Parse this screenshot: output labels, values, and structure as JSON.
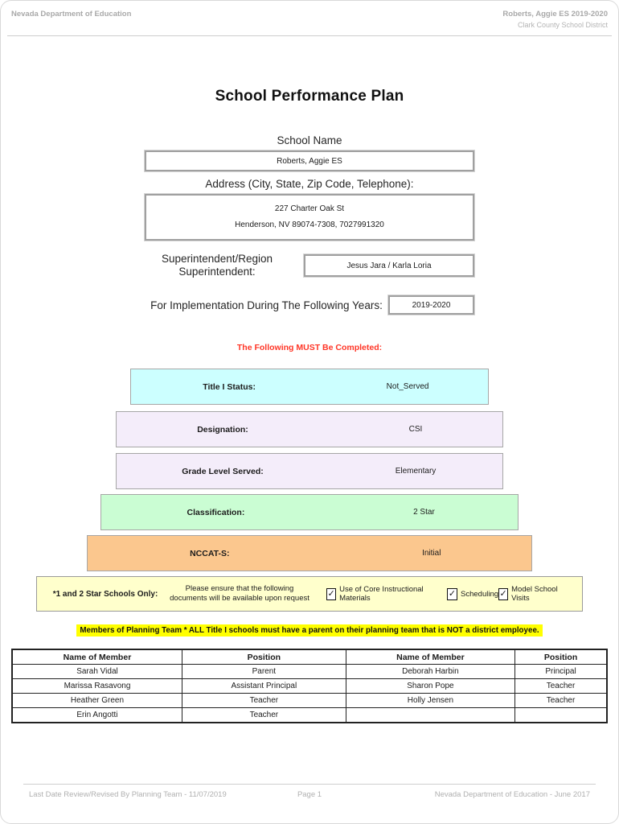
{
  "header": {
    "left": "Nevada Department of Education",
    "right_line1": "Roberts, Aggie ES  2019-2020",
    "right_line2": "Clark County School District"
  },
  "title": "School Performance Plan",
  "form": {
    "school_name_label": "School Name",
    "school_name_value": "Roberts, Aggie ES",
    "address_label": "Address (City, State, Zip Code, Telephone):",
    "address_line1": "227 Charter Oak St",
    "address_line2": "Henderson, NV  89074-7308, 7027991320",
    "superintendent_label": "Superintendent/Region Superintendent:",
    "superintendent_value": "Jesus Jara / Karla Loria",
    "implementation_label": "For Implementation During The Following Years:",
    "implementation_value": "2019-2020"
  },
  "must_completed_notice": "The Following MUST Be Completed:",
  "colors": {
    "title1_status_bg": "#ccffff",
    "designation_bg": "#f4edfa",
    "grade_level_bg": "#f4edfa",
    "classification_bg": "#cafdd3",
    "nccats_bg": "#fbc78e",
    "star_box_bg": "#ffffcc",
    "highlight_bg": "#ffff00",
    "notice_red": "#ff3526"
  },
  "status_rows": [
    {
      "label": "Title I Status:",
      "value": "Not_Served",
      "bg": "#ccffff"
    },
    {
      "label": "Designation:",
      "value": "CSI",
      "bg": "#f4edfa"
    },
    {
      "label": "Grade Level Served:",
      "value": "Elementary",
      "bg": "#f4edfa"
    },
    {
      "label": "Classification:",
      "value": "2 Star",
      "bg": "#cafdd3"
    },
    {
      "label": "NCCAT-S:",
      "value": "Initial",
      "bg": "#fbc78e"
    }
  ],
  "star_schools": {
    "label": "*1 and 2 Star Schools Only:",
    "note_line1": "Please ensure that the following",
    "note_line2": "documents will be available upon request",
    "checkboxes": [
      {
        "label": "Use of Core Instructional Materials",
        "checked": true
      },
      {
        "label": "Scheduling",
        "checked": true
      },
      {
        "label": "Model School Visits",
        "checked": true
      }
    ]
  },
  "icons": {
    "check": "✓"
  },
  "planning_team_notice": "Members of Planning Team * ALL Title I schools must have a parent on their planning team that is NOT a district employee.",
  "members_table": {
    "headers": [
      "Name of Member",
      "Position",
      "Name of Member",
      "Position"
    ],
    "rows": [
      [
        "Sarah Vidal",
        "Parent",
        "Deborah Harbin",
        "Principal"
      ],
      [
        "Marissa Rasavong",
        "Assistant Principal",
        "Sharon Pope",
        "Teacher"
      ],
      [
        "Heather Green",
        "Teacher",
        "Holly Jensen",
        "Teacher"
      ],
      [
        "Erin Angotti",
        "Teacher",
        "",
        ""
      ]
    ]
  },
  "footer": {
    "left": "Last Date Review/Revised By Planning Team - 11/07/2019",
    "center": "Page 1",
    "right": "Nevada Department of Education - June 2017"
  }
}
